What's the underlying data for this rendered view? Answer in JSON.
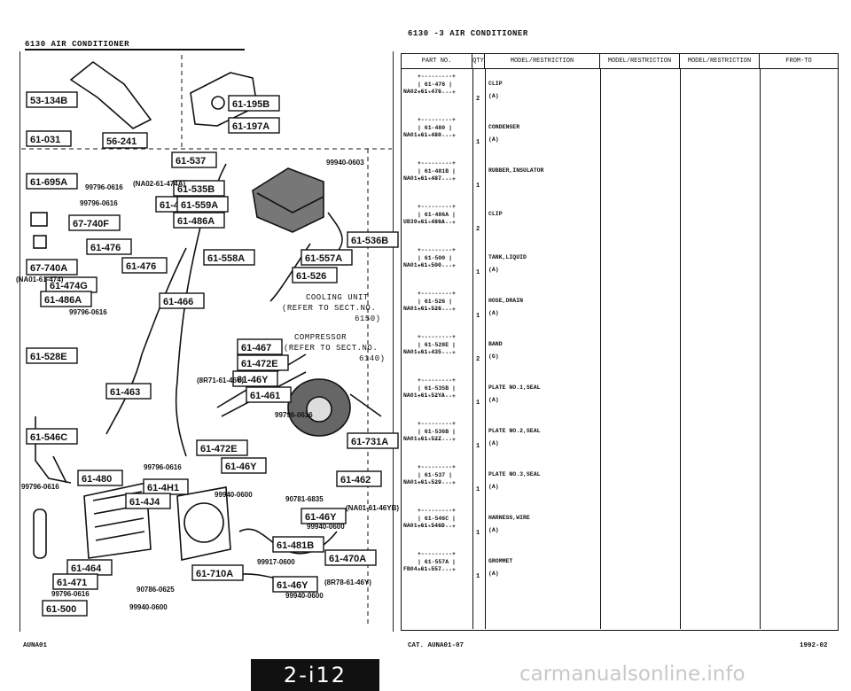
{
  "header_left": "6130    AIR CONDITIONER",
  "header_right": "6130 -3   AIR CONDITIONER",
  "footer_left": "AUNA01",
  "footer_center": "CAT. AUNA01-07",
  "footer_right": "1992-02",
  "page_badge": "2-i12",
  "watermark": "carmanualsonline.info",
  "callouts": [
    "53-134B",
    "61-031",
    "56-241",
    "61-195B",
    "61-197A",
    "61-537",
    "61-695A",
    "61-535B",
    "61-474G",
    "61-559A",
    "67-740F",
    "61-486A",
    "61-476",
    "61-476",
    "67-740A",
    "61-474G",
    "61-536B",
    "61-558A",
    "61-557A",
    "61-526",
    "61-486A",
    "61-466",
    "61-528E",
    "61-467",
    "61-472E",
    "61-46Y",
    "61-461",
    "61-463",
    "61-546C",
    "61-472E",
    "61-46Y",
    "61-462",
    "61-731A",
    "61-480",
    "61-4H1",
    "61-4J4",
    "61-46Y",
    "61-481B",
    "61-470A",
    "61-464",
    "61-471",
    "61-710A",
    "61-46Y",
    "61-500"
  ],
  "part_labels": [
    "99940-0603",
    "99796-0616",
    "(NA02-61-474A)",
    "99796-0616",
    "(NA01-61-474)",
    "99796-0616",
    "(8R71-61-46Y)",
    "99796-0616",
    "99796-0616",
    "99796-0616",
    "99940-0600",
    "90781-6835",
    "(NA01-61-46YB)",
    "99940-0600",
    "99917-0600",
    "(8R78-61-46Y)",
    "99940-0600",
    "90786-0625",
    "99796-0616",
    "99940-0600"
  ],
  "notes": {
    "cooling_unit": [
      "COOLING UNIT",
      "(REFER TO SECT.NO.",
      "6150)"
    ],
    "compressor": [
      "COMPRESSOR",
      "(REFER TO SECT.NO.",
      "6140)"
    ]
  },
  "table": {
    "headers": [
      "PART NO.",
      "QTY",
      "MODEL/RESTRICTION",
      "MODEL/RESTRICTION",
      "MODEL/RESTRICTION",
      "FROM-TO"
    ],
    "rows": [
      {
        "box": "61-476",
        "pno": "NA02-61-476",
        "qty": "2",
        "desc": "CLIP",
        "sub": "(A)"
      },
      {
        "box": "61-480",
        "pno": "NA01-61-480",
        "qty": "1",
        "desc": "CONDENSER",
        "sub": "(A)"
      },
      {
        "box": "61-481B",
        "pno": "NA01-61-487",
        "qty": "1",
        "desc": "RUBBER,INSULATOR",
        "sub": ""
      },
      {
        "box": "61-486A",
        "pno": "UB39-61-486A",
        "qty": "2",
        "desc": "CLIP",
        "sub": ""
      },
      {
        "box": "61-500",
        "pno": "NA01-61-500",
        "qty": "1",
        "desc": "TANK,LIQUID",
        "sub": "(A)"
      },
      {
        "box": "61-526",
        "pno": "NA01-61-526",
        "qty": "1",
        "desc": "HOSE,DRAIN",
        "sub": "(A)"
      },
      {
        "box": "61-528E",
        "pno": "NA01-61-435",
        "qty": "2",
        "desc": "BAND",
        "sub": "(G)"
      },
      {
        "box": "61-535B",
        "pno": "NA01-61-52YA",
        "qty": "1",
        "desc": "PLATE NO.1,SEAL",
        "sub": "(A)"
      },
      {
        "box": "61-536B",
        "pno": "NA01-61-52Z",
        "qty": "1",
        "desc": "PLATE NO.2,SEAL",
        "sub": "(A)"
      },
      {
        "box": "61-537",
        "pno": "NA01-61-529",
        "qty": "1",
        "desc": "PLATE NO.3,SEAL",
        "sub": "(A)"
      },
      {
        "box": "61-546C",
        "pno": "NA01-61-546D",
        "qty": "1",
        "desc": "HARNESS,WIRE",
        "sub": "(A)"
      },
      {
        "box": "61-557A",
        "pno": "FB04-61-557",
        "qty": "1",
        "desc": "GROMMET",
        "sub": "(A)"
      }
    ]
  }
}
